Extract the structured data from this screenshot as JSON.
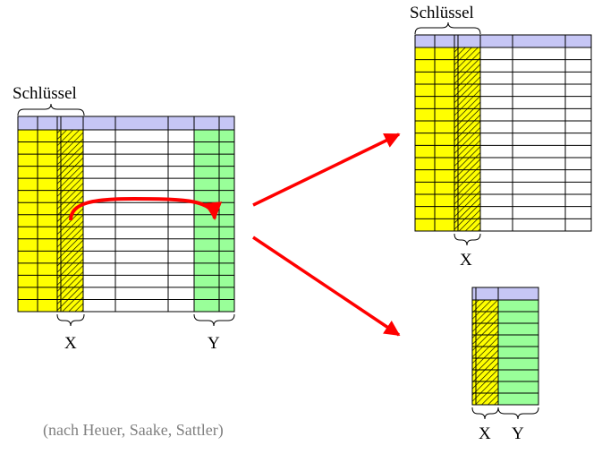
{
  "labels": {
    "key_left": "Schlüssel",
    "key_top_right": "Schlüssel",
    "x_left": "X",
    "y_left": "Y",
    "x_top_right": "X",
    "x_bottom_right": "X",
    "y_bottom_right": "Y",
    "citation": "(nach Heuer, Saake, Sattler)"
  },
  "colors": {
    "header": "#c6c6f5",
    "key": "#ffff00",
    "hatch_bg": "#ffff00",
    "hatch_line": "#000000",
    "dependent": "#99ff99",
    "grid": "#000000",
    "arrow": "#ff0000",
    "citation": "#808080"
  }
}
